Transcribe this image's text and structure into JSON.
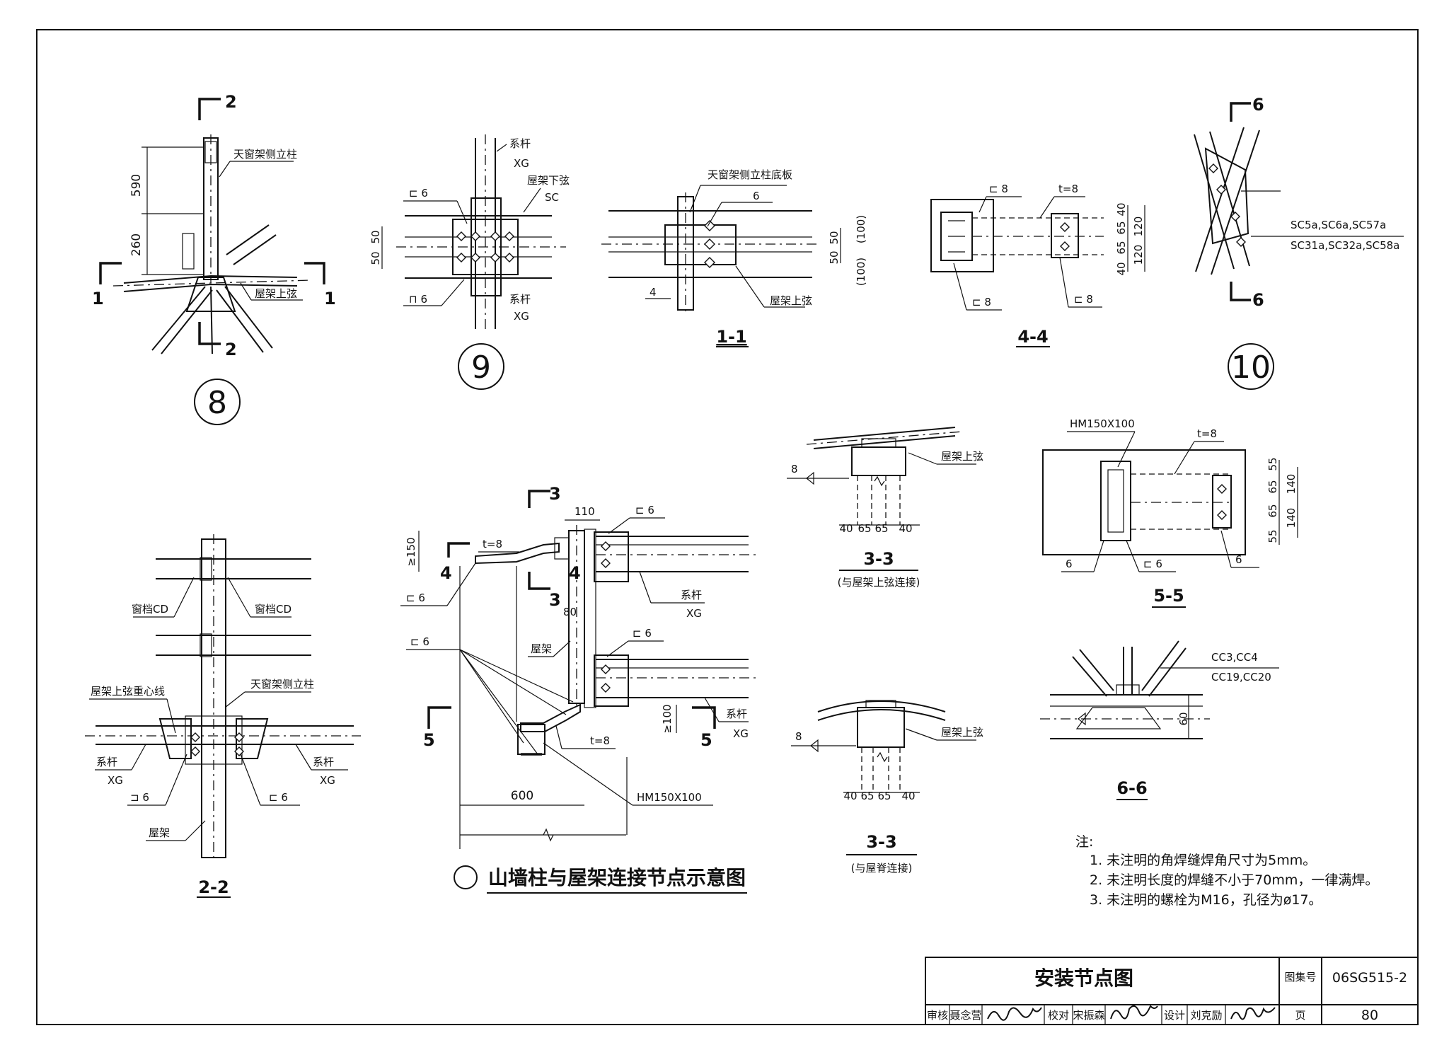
{
  "title_block": {
    "drawing_title": "安装节点图",
    "atlas_label": "图集号",
    "atlas_no": "06SG515-2",
    "page_label": "页",
    "page_no": "80",
    "review_label": "审核",
    "review_name": "聂念营",
    "check_label": "校对",
    "check_name": "宋振森",
    "design_label": "设计",
    "design_name": "刘克励"
  },
  "details": {
    "d8": {
      "label": "8",
      "sec_2": "2",
      "sec_1": "1",
      "dim_590": "590",
      "dim_260": "260",
      "col_label": "天窗架侧立柱",
      "chord_label": "屋架上弦"
    },
    "d9": {
      "label": "9",
      "rod_top": "系杆",
      "xg_top": "XG",
      "chord_bottom": "屋架下弦",
      "sc": "SC",
      "weld_top": "⊏ 6",
      "weld_bottom": "⊓ 6",
      "dim_50a": "50",
      "dim_50b": "50",
      "rod_bottom": "系杆",
      "xg_bottom": "XG"
    },
    "s11": {
      "label": "1-1",
      "base_plate": "天窗架侧立柱底板",
      "weld": "6",
      "weld_4": "4",
      "chord": "屋架上弦",
      "dim_50a": "50",
      "dim_50b": "50",
      "dim_100a": "(100)",
      "dim_100b": "(100)"
    },
    "s44": {
      "label": "4-4",
      "weld_top": "⊏ 8",
      "t8": "t=8",
      "dim_40a": "40",
      "dim_65a": "65",
      "dim_65b": "65",
      "dim_40b": "40",
      "dim_120a": "120",
      "dim_120b": "120",
      "weld_bl": "⊏ 8",
      "weld_br": "⊏ 8"
    },
    "d10": {
      "label": "10",
      "sec_6": "6",
      "members_1": "SC5a,SC6a,SC57a",
      "members_2": "SC31a,SC32a,SC58a"
    },
    "s22": {
      "label": "2-2",
      "purlin_l": "窗档CD",
      "purlin_r": "窗档CD",
      "col_label": "天窗架侧立柱",
      "centerline": "屋架上弦重心线",
      "rod_l": "系杆",
      "xg_l": "XG",
      "rod_r": "系杆",
      "xg_r": "XG",
      "weld_l": "⊐ 6",
      "weld_r": "⊏ 6",
      "truss": "屋架"
    },
    "main": {
      "caption": "山墙柱与屋架连接节点示意图",
      "sec_3": "3",
      "sec_4": "4",
      "sec_5": "5",
      "dim_110": "110",
      "dim_150": "≥150",
      "dim_80": "80",
      "dim_100": "≥100",
      "dim_600": "600",
      "t8_top": "t=8",
      "t8_bottom": "t=8",
      "weld_1": "⊏ 6",
      "weld_2": "⊏ 6",
      "weld_3": "⊏ 6",
      "weld_4": "⊏ 6",
      "rod_1": "系杆",
      "xg_1": "XG",
      "rod_2": "系杆",
      "xg_2": "XG",
      "truss": "屋架",
      "hm": "HM150X100"
    },
    "s33a": {
      "label": "3-3",
      "note": "(与屋架上弦连接)",
      "weld": "8",
      "chord": "屋架上弦",
      "dims": [
        "40",
        "65",
        "65",
        "40"
      ]
    },
    "s33b": {
      "label": "3-3",
      "note": "(与屋脊连接)",
      "weld": "8",
      "chord": "屋架上弦",
      "dims": [
        "40",
        "65",
        "65",
        "40"
      ]
    },
    "s55": {
      "label": "5-5",
      "hm": "HM150X100",
      "t8": "t=8",
      "dim_55a": "55",
      "dim_65a": "65",
      "dim_65b": "65",
      "dim_55b": "55",
      "dim_140a": "140",
      "dim_140b": "140",
      "weld_l": "6",
      "weld_m": "⊏ 6",
      "weld_r": "6"
    },
    "s66": {
      "label": "6-6",
      "members_1": "CC3,CC4",
      "members_2": "CC19,CC20",
      "dim_60": "60"
    }
  },
  "notes": {
    "heading": "注:",
    "items": [
      "1. 未注明的角焊缝焊角尺寸为5mm。",
      "2. 未注明长度的焊缝不小于70mm，一律满焊。",
      "3. 未注明的螺栓为M16，孔径为ø17。"
    ]
  }
}
